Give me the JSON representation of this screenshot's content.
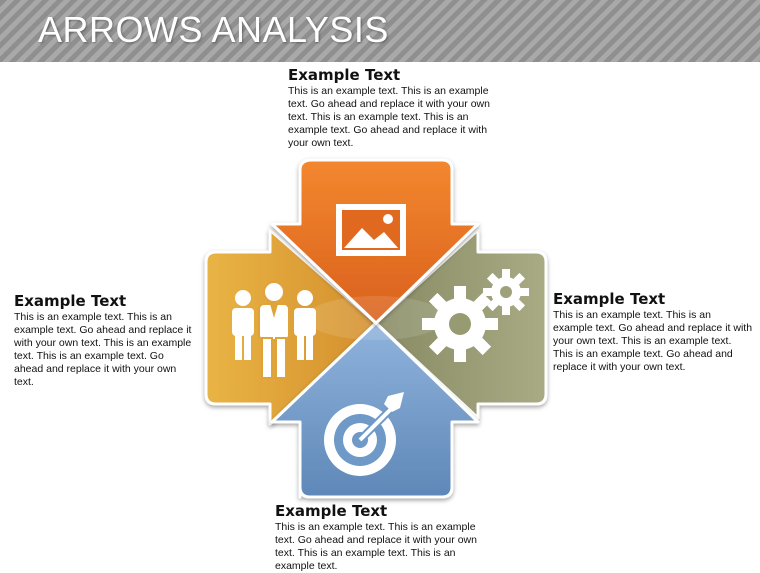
{
  "title": "ARROWS ANALYSIS",
  "colors": {
    "top": "#e8752a",
    "left": "#e0a33a",
    "right": "#9a9d74",
    "bottom": "#6f99c7"
  },
  "icons": {
    "top": "image-icon",
    "left": "people-icon",
    "right": "gears-icon",
    "bottom": "target-icon"
  },
  "blocks": {
    "top": {
      "heading": "Example Text",
      "body": "This is an example text. This is an example text. Go ahead and replace it with your own text. This is an example text. This is an example text. Go ahead and replace it with your own text."
    },
    "left": {
      "heading": "Example Text",
      "body": "This is an example text. This is an example text. Go ahead and replace it with your own text. This is an example text. This is an example text. Go ahead and replace it with your own text."
    },
    "right": {
      "heading": "Example Text",
      "body": "This is an example text. This is an example text. Go ahead and replace it with your own text. This is an example text. This is an example text. Go ahead and replace it with your own text."
    },
    "bottom": {
      "heading": "Example Text",
      "body": "This is an example text. This is an example text. Go ahead and replace it with your own text. This is an example text. This is an example text."
    }
  }
}
